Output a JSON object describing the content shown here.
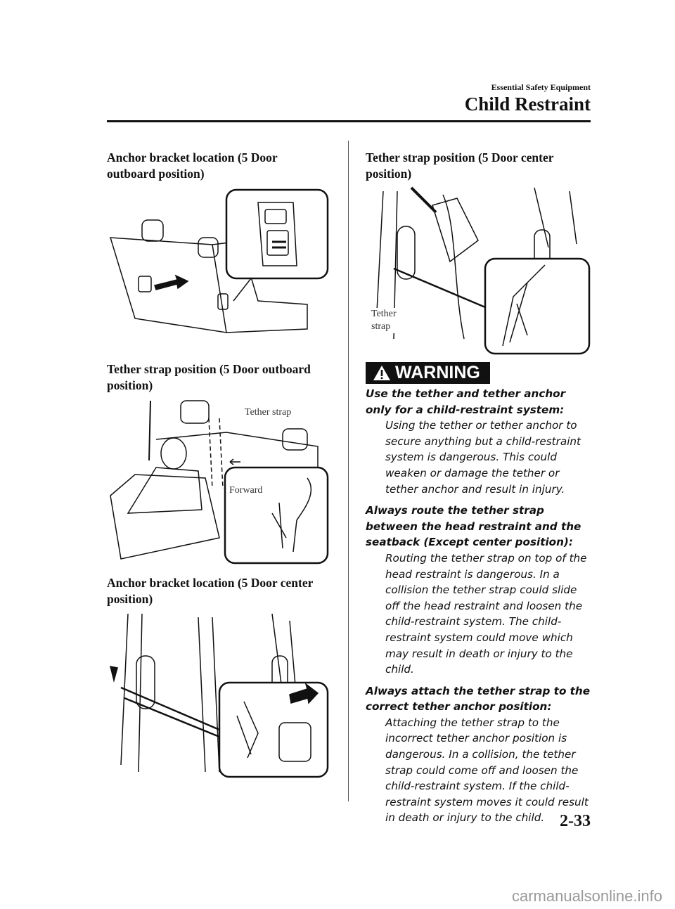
{
  "header": {
    "section": "Essential Safety Equipment",
    "chapter": "Child Restraint"
  },
  "left": {
    "fig1_title": "Anchor bracket location (5 Door outboard position)",
    "fig2_title": "Tether strap position (5 Door outboard position)",
    "fig2_labels": {
      "tether": "Tether strap",
      "forward": "Forward"
    },
    "fig3_title": "Anchor bracket location (5 Door center position)"
  },
  "right": {
    "fig4_title": "Tether strap position (5 Door center position)",
    "fig4_label": "Tether strap",
    "warning": {
      "badge": "WARNING",
      "items": [
        {
          "heading": "Use the tether and tether anchor only for a child-restraint system:",
          "body": "Using the tether or tether anchor to secure anything but a child-restraint system is dangerous. This could weaken or damage the tether or tether anchor and result in injury."
        },
        {
          "heading": "Always route the tether strap between the head restraint and the seatback (Except center position):",
          "body": "Routing the tether strap on top of the head restraint is dangerous. In a collision the tether strap could slide off the head restraint and loosen the child-restraint system. The child-restraint system could move which may result in death or injury to the child."
        },
        {
          "heading": "Always attach the tether strap to the correct tether anchor position:",
          "body": "Attaching the tether strap to the incorrect tether anchor position is dangerous. In a collision, the tether strap could come off and loosen the child-restraint system. If the child-restraint system moves it could result in death or injury to the child."
        }
      ]
    }
  },
  "footer": {
    "page_number": "2-33",
    "watermark": "carmanualsonline.info"
  }
}
